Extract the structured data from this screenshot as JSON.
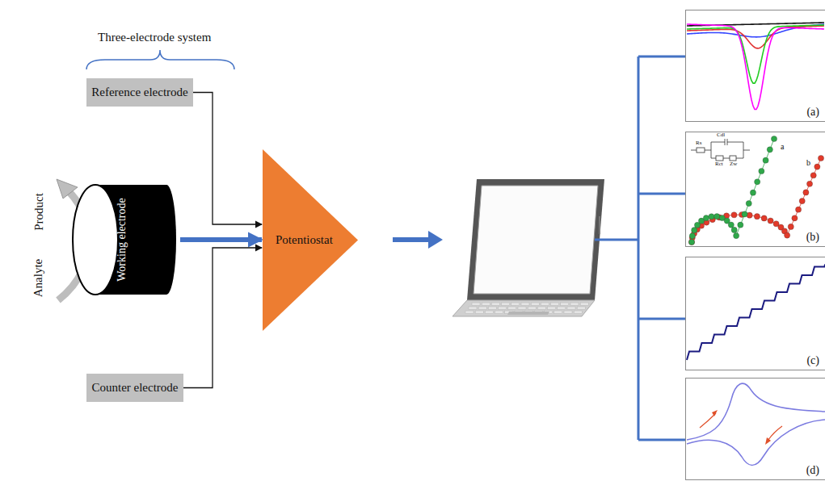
{
  "diagram": {
    "nodes": [
      {
        "text": [
          "Reference electrode"
        ]
      },
      {
        "text": [
          "Working electrode"
        ]
      },
      {
        "text": [
          "Counter electrode"
        ]
      },
      {
        "text": [
          "Potentiostat"
        ]
      },
      {
        "text": [
          "(a)"
        ]
      },
      {
        "text": [
          "(b)"
        ]
      },
      {
        "text": [
          "(c)"
        ]
      },
      {
        "text": [
          "(d)"
        ]
      }
    ],
    "edges": [
      {
        "from": 0,
        "to": 3,
        "arrow": "to"
      },
      {
        "from": 1,
        "to": 3,
        "arrow": "to"
      },
      {
        "from": 2,
        "to": 3,
        "arrow": "to"
      }
    ],
    "labels": [
      "Three-electrode system",
      "Product",
      "Analyte",
      "Rs",
      "Cdl",
      "Rct",
      "Zw",
      "a",
      "b"
    ]
  }
}
